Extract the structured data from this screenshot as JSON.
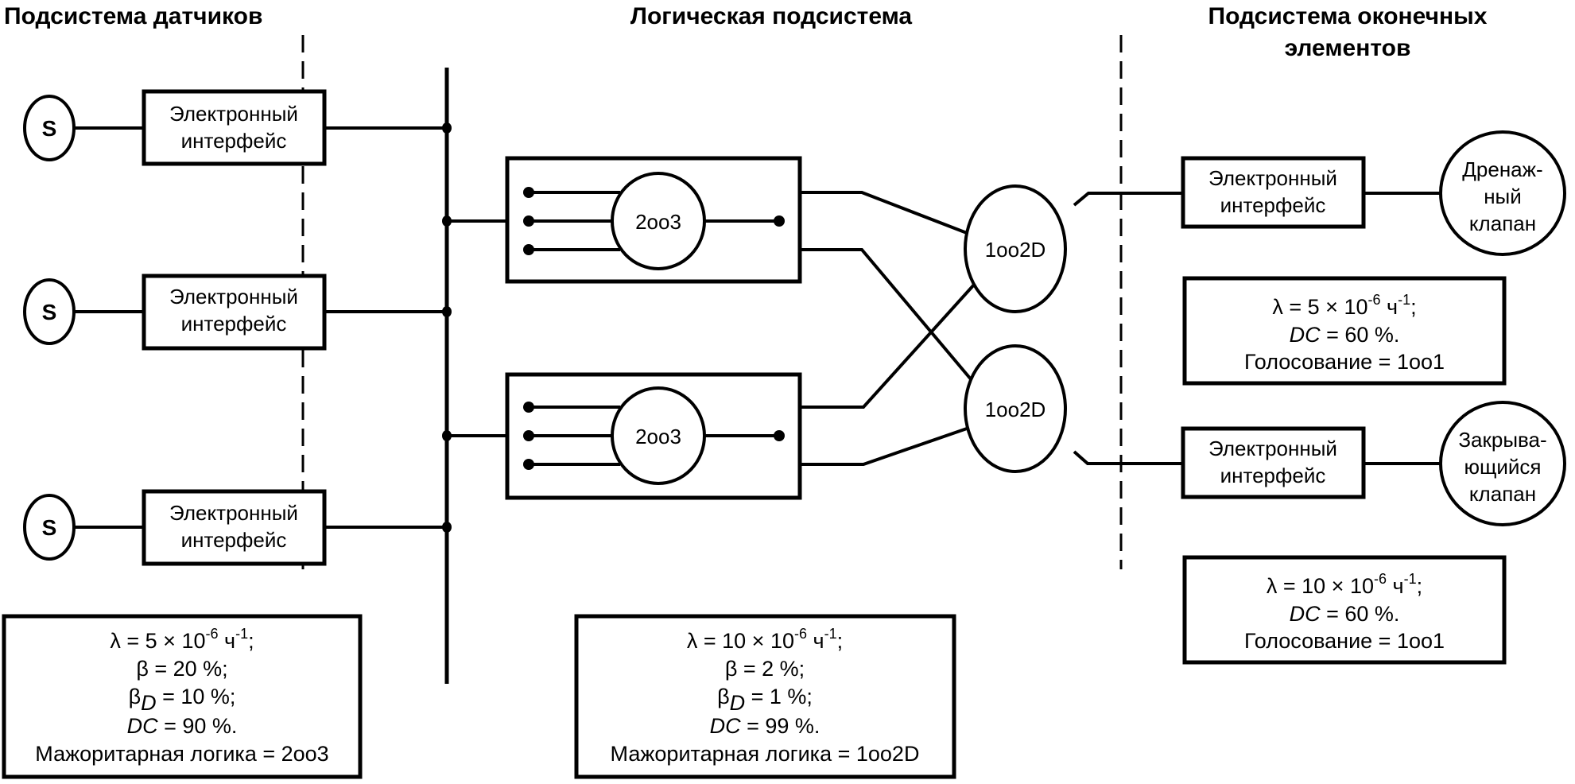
{
  "headers": {
    "sensors": "Подсистема датчиков",
    "logic": "Логическая подсистема",
    "final_line1": "Подсистема оконечных",
    "final_line2": "элементов"
  },
  "sensor_subsystem": {
    "sensors": [
      {
        "label": "S",
        "interface_line1": "Электронный",
        "interface_line2": "интерфейс"
      },
      {
        "label": "S",
        "interface_line1": "Электронный",
        "interface_line2": "интерфейс"
      },
      {
        "label": "S",
        "interface_line1": "Электронный",
        "interface_line2": "интерфейс"
      }
    ],
    "params": {
      "lambda": {
        "sym": "λ = 5 × 10",
        "exp": "-6",
        "unit": " ч",
        "unit_exp": "-1",
        "end": ";"
      },
      "beta": "β = 20 %;",
      "beta_d": {
        "sym": "β",
        "sub": "D",
        "rest": " = 10 %;"
      },
      "dc": {
        "sym": "DC",
        "rest": " = 90 %."
      },
      "voting": "Мажоритарная логика = 2oo3"
    }
  },
  "logic_subsystem": {
    "voters": [
      {
        "label": "2oo3"
      },
      {
        "label": "2oo3"
      }
    ],
    "diagnostic_voters": [
      {
        "label": "1oo2D"
      },
      {
        "label": "1oo2D"
      }
    ],
    "params": {
      "lambda": {
        "sym": "λ = 10 × 10",
        "exp": "-6",
        "unit": " ч",
        "unit_exp": "-1",
        "end": ";"
      },
      "beta": "β = 2 %;",
      "beta_d": {
        "sym": "β",
        "sub": "D",
        "rest": " = 1 %;"
      },
      "dc": {
        "sym": "DC",
        "rest": " = 99 %."
      },
      "voting": "Мажоритарная логика = 1oo2D"
    }
  },
  "final_subsystem": {
    "elements": [
      {
        "interface_line1": "Электронный",
        "interface_line2": "интерфейс",
        "valve_lines": [
          "Дренаж-",
          "ный",
          "клапан"
        ],
        "params": {
          "lambda": {
            "sym": "λ = 5 × 10",
            "exp": "-6",
            "unit": " ч",
            "unit_exp": "-1",
            "end": ";"
          },
          "dc": {
            "sym": "DC",
            "rest": " = 60 %."
          },
          "voting": "Голосование = 1oo1"
        }
      },
      {
        "interface_line1": "Электронный",
        "interface_line2": "интерфейс",
        "valve_lines": [
          "Закрыва-",
          "ющийся",
          "клапан"
        ],
        "params": {
          "lambda": {
            "sym": "λ = 10 × 10",
            "exp": "-6",
            "unit": " ч",
            "unit_exp": "-1",
            "end": ";"
          },
          "dc": {
            "sym": "DC",
            "rest": " = 60 %."
          },
          "voting": "Голосование = 1oo1"
        }
      }
    ]
  }
}
